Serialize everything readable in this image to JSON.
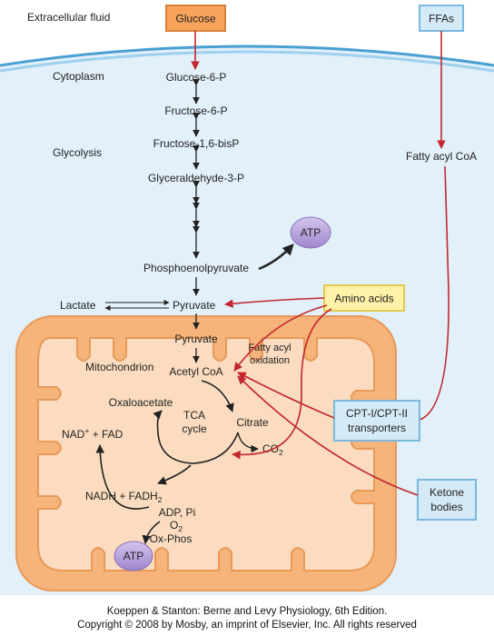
{
  "colors": {
    "membrane": "#5aa9d9",
    "cytoplasm": "#cfe6f5",
    "mito_outer": "#f4b57a",
    "mito_inner": "#fad9b8",
    "orange_box": "#f7a35c",
    "blue_box": "#d5eaf7",
    "yellow_box": "#fff2a8",
    "atp": "#b9a2db",
    "red_arrow": "#c1272d"
  },
  "regions": {
    "extracellular": "Extracellular fluid",
    "cytoplasm": "Cytoplasm",
    "glycolysis": "Glycolysis",
    "mitochondrion": "Mitochondrion"
  },
  "boxes": {
    "glucose": "Glucose",
    "ffas": "FFAs",
    "amino_acids": "Amino acids",
    "cpt_line1": "CPT-I/CPT-II",
    "cpt_line2": "transporters",
    "ketone_line1": "Ketone",
    "ketone_line2": "bodies"
  },
  "metabolites": {
    "g6p": "Glucose-6-P",
    "f6p": "Fructose-6-P",
    "f16bp": "Fructose-1,6-bisP",
    "g3p": "Glyceraldehyde-3-P",
    "pep": "Phosphoenolpyruvate",
    "lactate": "Lactate",
    "pyruvate": "Pyruvate",
    "pyruvate_mito": "Pyruvate",
    "fatty_acyl_coa": "Fatty acyl CoA",
    "fao_line1": "Fatty acyl",
    "fao_line2": "oxidation",
    "acetyl_coa": "Acetyl CoA",
    "oxaloacetate": "Oxaloacetate",
    "citrate": "Citrate",
    "tca_line1": "TCA",
    "tca_line2": "cycle",
    "co2": "CO",
    "co2_sub": "2",
    "nad_sup": "+",
    "nad_rest": " + FAD",
    "nad_main": "NAD",
    "nadh_main": "NADH + FADH",
    "nadh_sub": "2",
    "adp_pi": "ADP, Pi",
    "o2_main": "O",
    "o2_sub": "2",
    "oxphos": "Ox-Phos",
    "atp_top": "ATP",
    "atp_bottom": "ATP"
  },
  "footer": {
    "line1": "Koeppen & Stanton: Berne and Levy Physiology, 6th Edition.",
    "line2": "Copyright © 2008 by Mosby, an imprint of Elsevier, Inc. All rights reserved"
  }
}
